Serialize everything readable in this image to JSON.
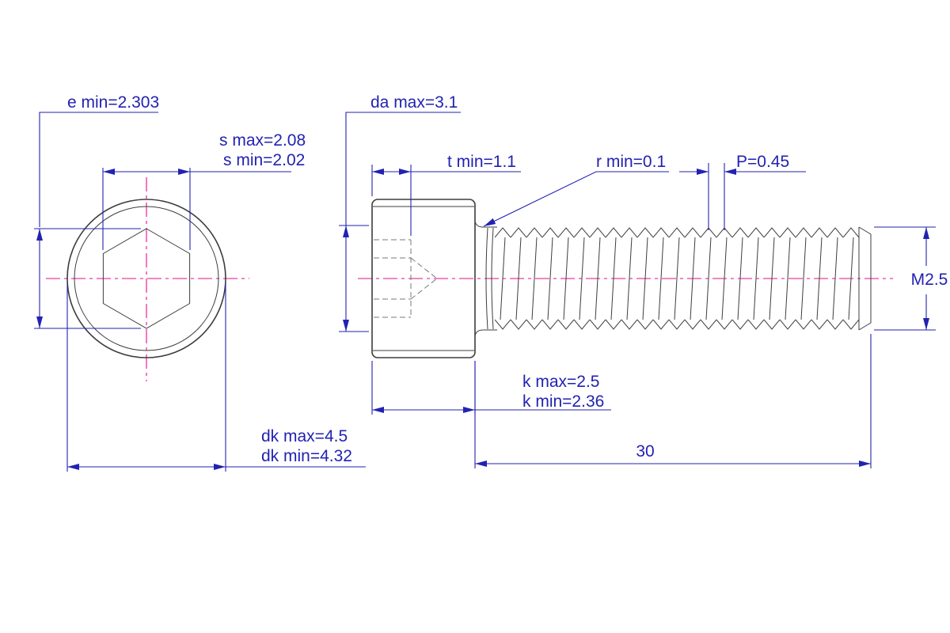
{
  "title": "Hex socket head cap screw technical drawing",
  "labels": {
    "e_min": "e min=2.303",
    "da_max": "da max=3.1",
    "s_max": "s max=2.08",
    "s_min": "s min=2.02",
    "t_min": "t min=1.1",
    "r_min": "r min=0.1",
    "pitch": "P=0.45",
    "thread": "M2.5",
    "k_max": "k max=2.5",
    "k_min": "k min=2.36",
    "dk_max": "dk max=4.5",
    "dk_min": "dk min=4.32",
    "length": "30"
  },
  "colors": {
    "dimension_blue": "#2222b2",
    "centerline_magenta": "#e60c8e",
    "outline_gray": "#3d3d3d",
    "hidden_gray": "#7a7a7a",
    "background": "#ffffff"
  }
}
